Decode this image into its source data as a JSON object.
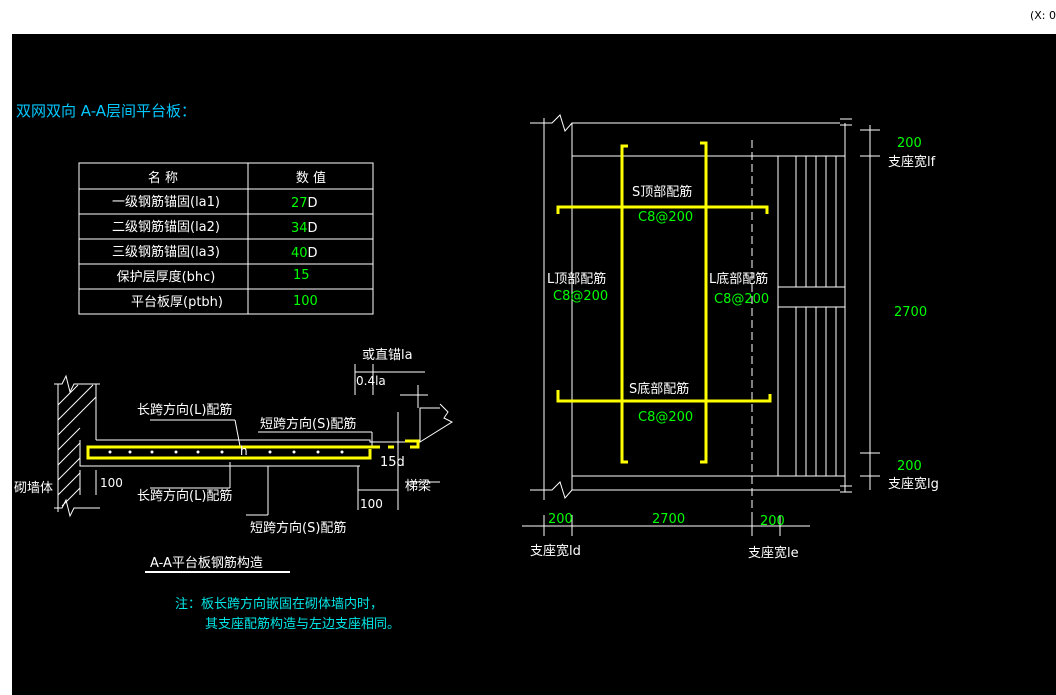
{
  "window": {
    "title": "",
    "coord_readout": "(X: 0"
  },
  "drawing": {
    "heading": "双网双向 A-A层间平台板：",
    "table": {
      "headers": [
        "名  称",
        "数  值"
      ],
      "rows": [
        {
          "name": "一级钢筋锚固(la1)",
          "num": "27",
          "unit": "D"
        },
        {
          "name": "二级钢筋锚固(la2)",
          "num": "34",
          "unit": "D"
        },
        {
          "name": "三级钢筋锚固(la3)",
          "num": "40",
          "unit": "D"
        },
        {
          "name": "保护层厚度(bhc)",
          "num": "15",
          "unit": ""
        },
        {
          "name": "平台板厚(ptbh)",
          "num": "100",
          "unit": ""
        }
      ]
    },
    "section": {
      "or_straight_anchor": "或直锚la",
      "anchor_04la": "0.4la",
      "long_span_top": "长跨方向(L)配筋",
      "short_span_top": "短跨方向(S)配筋",
      "long_span_bottom": "长跨方向(L)配筋",
      "short_span_bottom": "短跨方向(S)配筋",
      "h_label": "h",
      "hook_15d": "15d",
      "masonry_wall": "砌墙体",
      "dim_100_left": "100",
      "dim_100_right": "100",
      "stair_beam": "梯梁",
      "section_title": "A-A平台板钢筋构造",
      "note_line1": "注：板长跨方向嵌固在砌体墙内时，",
      "note_line2": "其支座配筋构造与左边支座相同。"
    },
    "plan": {
      "s_top_label": "S顶部配筋",
      "s_top_value": "C8@200",
      "s_bottom_label": "S底部配筋",
      "s_bottom_value": "C8@200",
      "l_top_label": "L顶部配筋",
      "l_top_value": "C8@200",
      "l_bottom_label": "L底部配筋",
      "l_bottom_value": "C8@200",
      "dim_top_200": "200",
      "support_lf": "支座宽lf",
      "dim_mid_2700": "2700",
      "dim_bot_200": "200",
      "support_lg": "支座宽lg",
      "dim_left_200": "200",
      "dim_horiz_2700": "2700",
      "dim_right_200": "200",
      "support_ld": "支座宽ld",
      "support_le": "支座宽le"
    }
  },
  "colors": {
    "background": "#000000",
    "line": "#ffffff",
    "heading": "#00c8ff",
    "value_green": "#00ff00",
    "rebar_yellow": "#ffff00",
    "note_cyan": "#00e6e6"
  }
}
